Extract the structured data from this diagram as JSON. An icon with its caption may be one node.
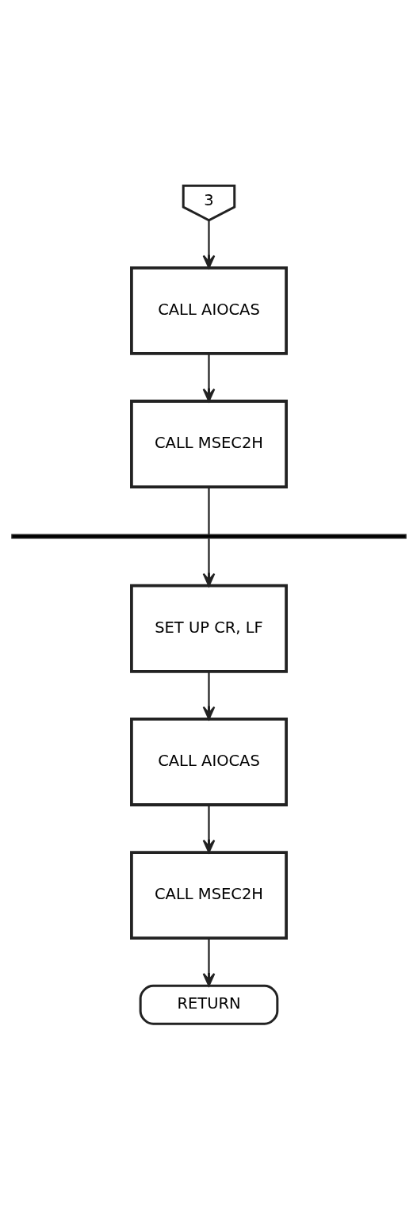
{
  "diagram": {
    "nodes": [
      {
        "text": [
          "3"
        ]
      },
      {
        "text": [
          "CALL AIOCAS"
        ]
      },
      {
        "text": [
          "CALL MSEC2H"
        ]
      },
      {
        "text": [],
        "shape": "bar"
      },
      {
        "text": [
          "SET UP CR, LF"
        ]
      },
      {
        "text": [
          "CALL AIOCAS"
        ]
      },
      {
        "text": [
          "CALL MSEC2H"
        ]
      },
      {
        "text": [
          "RETURN"
        ]
      }
    ],
    "edges": [
      {
        "from": 0,
        "to": 1,
        "arrow": "to"
      },
      {
        "from": 1,
        "to": 2,
        "arrow": "to"
      },
      {
        "from": 2,
        "to": 3,
        "arrow": "none"
      },
      {
        "from": 3,
        "to": 4,
        "arrow": "to"
      },
      {
        "from": 4,
        "to": 5,
        "arrow": "to"
      },
      {
        "from": 5,
        "to": 6,
        "arrow": "to"
      },
      {
        "from": 6,
        "to": 7,
        "arrow": "to"
      }
    ]
  }
}
